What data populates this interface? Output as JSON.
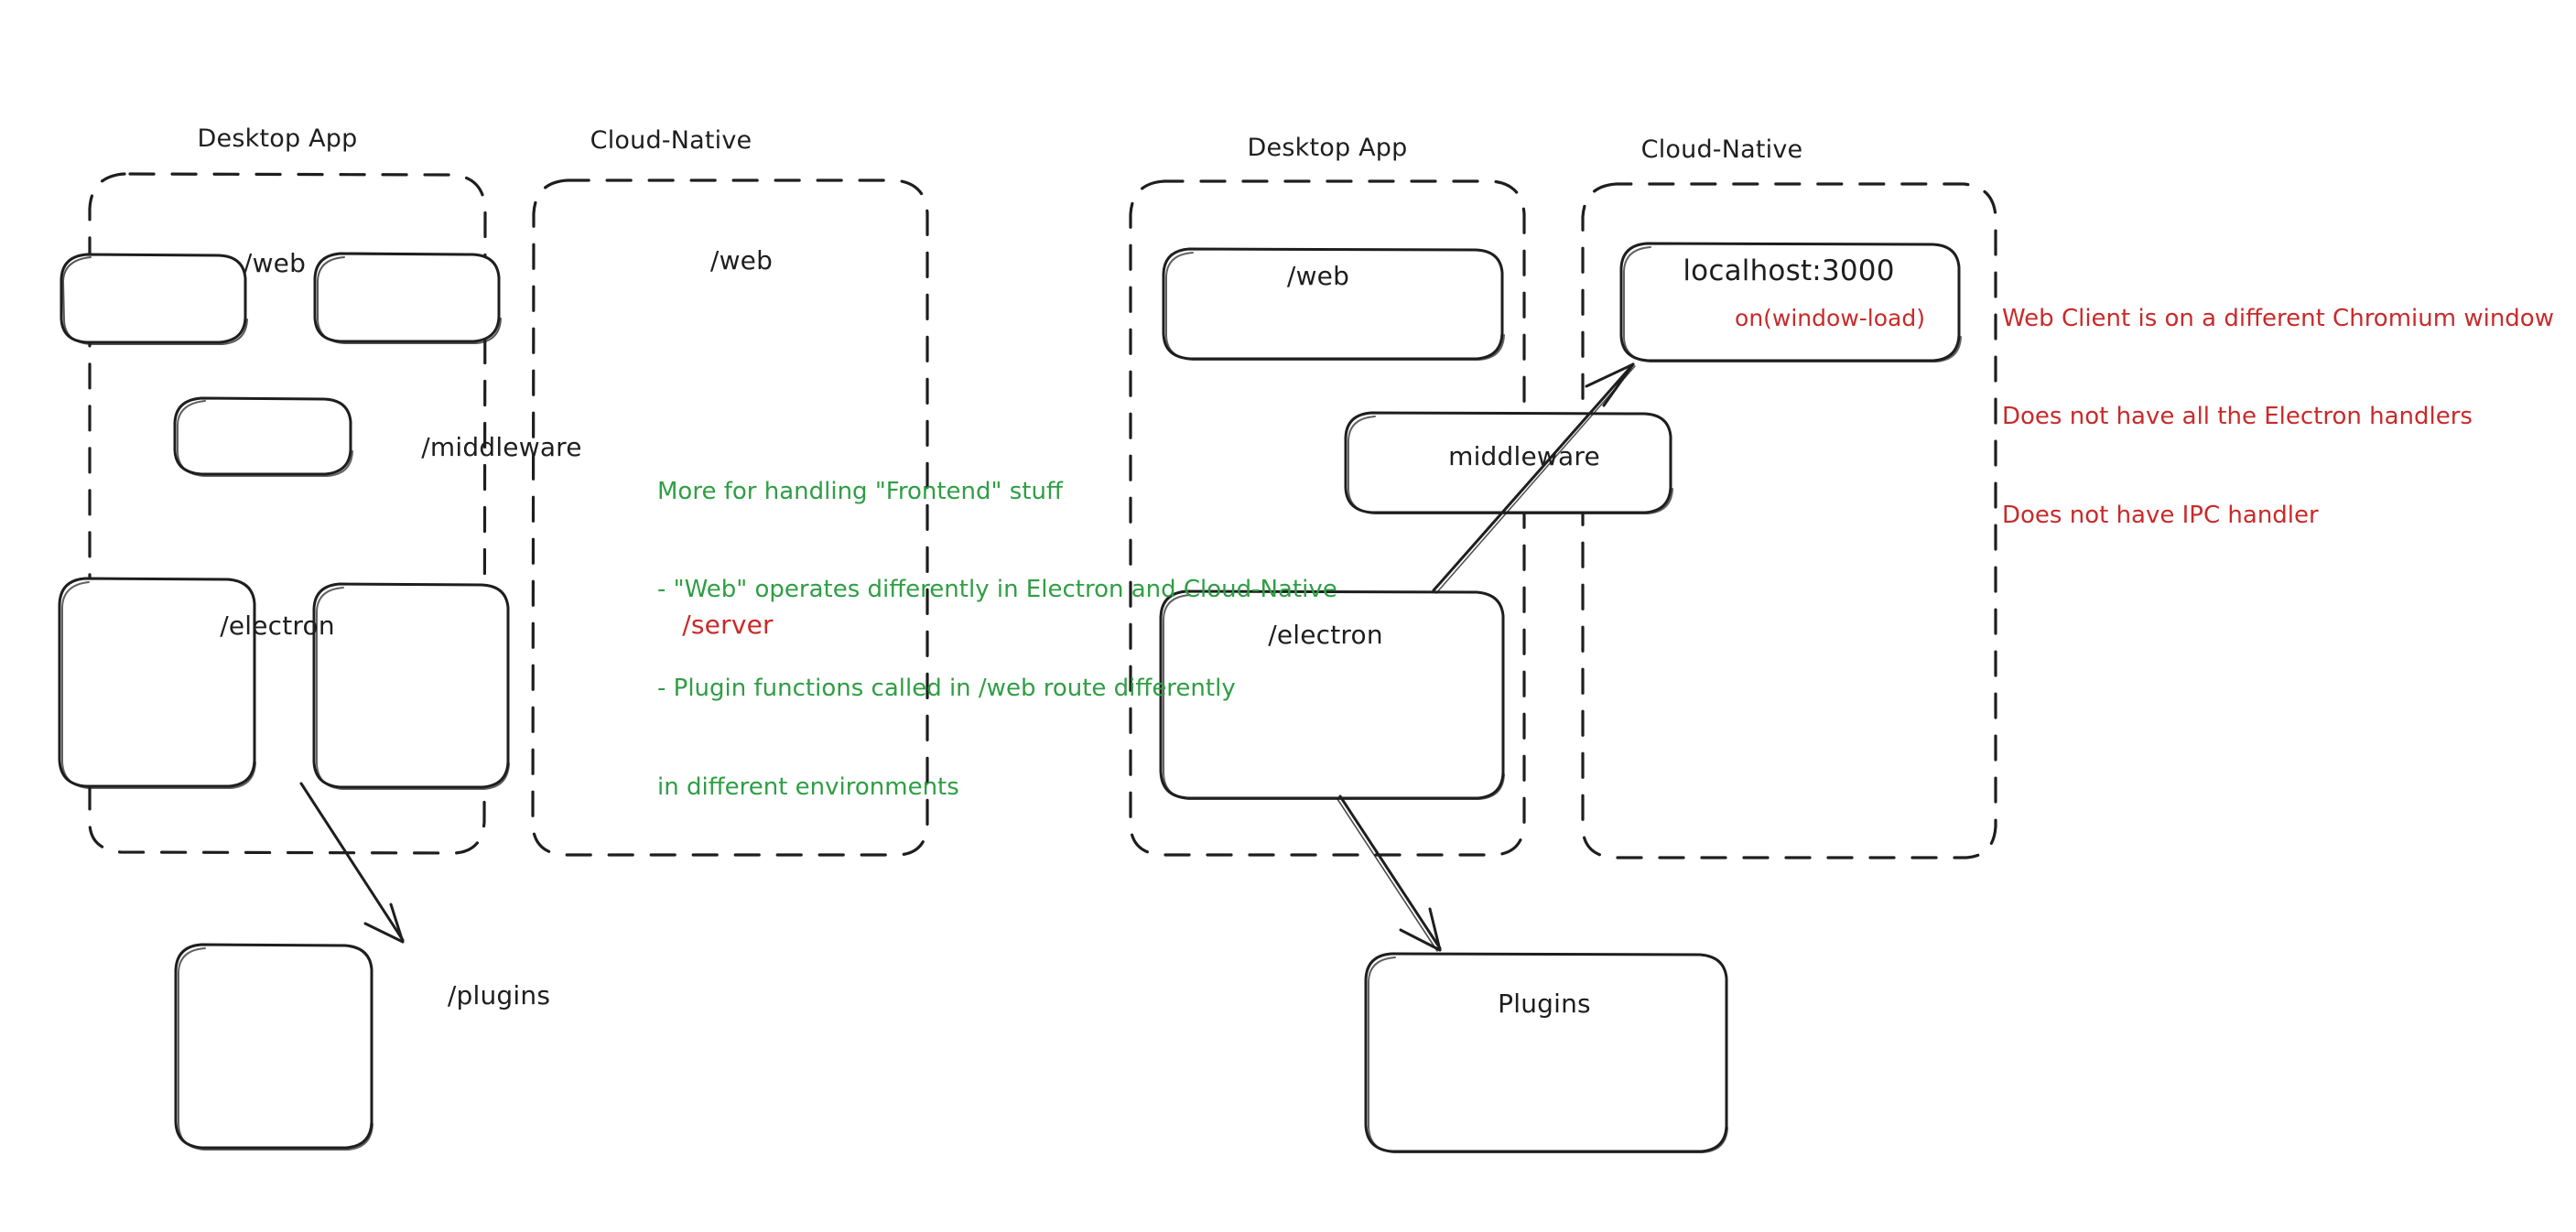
{
  "diagram": {
    "title": "Desktop App vs Cloud-Native architecture comparison",
    "colors": {
      "stroke": "#1e1e1e",
      "green": "#2f9e44",
      "red": "#c92a2a",
      "background": "#ffffff"
    },
    "left_panel": {
      "groups": [
        {
          "id": "left-desktop-app",
          "title": "Desktop App"
        },
        {
          "id": "left-cloud-native",
          "title": "Cloud-Native"
        }
      ],
      "boxes": [
        {
          "id": "left-desktop-web",
          "label": "/web",
          "color": "#1e1e1e"
        },
        {
          "id": "left-cloud-web",
          "label": "/web",
          "color": "#1e1e1e"
        },
        {
          "id": "left-middleware",
          "label": "/middleware",
          "color": "#1e1e1e"
        },
        {
          "id": "left-electron",
          "label": "/electron",
          "color": "#1e1e1e"
        },
        {
          "id": "left-server",
          "label": "/server",
          "color": "#c92a2a"
        },
        {
          "id": "left-plugins",
          "label": "/plugins",
          "color": "#1e1e1e"
        }
      ],
      "annotation": {
        "color": "#2f9e44",
        "lines": [
          "More for handling \"Frontend\" stuff",
          "- \"Web\" operates differently in Electron and Cloud-Native",
          "- Plugin functions called in /web route differently",
          "in different environments"
        ]
      },
      "arrows": [
        {
          "id": "left-electron-to-plugins",
          "from": "left-electron",
          "to": "left-plugins"
        }
      ]
    },
    "right_panel": {
      "groups": [
        {
          "id": "right-desktop-app",
          "title": "Desktop App"
        },
        {
          "id": "right-cloud-native",
          "title": "Cloud-Native"
        }
      ],
      "boxes": [
        {
          "id": "right-desktop-web",
          "label": "/web",
          "color": "#1e1e1e"
        },
        {
          "id": "right-localhost",
          "label": "localhost:3000",
          "color": "#1e1e1e",
          "sub_label": "on(window-load)",
          "sub_color": "#c92a2a"
        },
        {
          "id": "right-middleware",
          "label": "middleware",
          "color": "#1e1e1e"
        },
        {
          "id": "right-electron",
          "label": "/electron",
          "color": "#1e1e1e"
        },
        {
          "id": "right-plugins",
          "label": "Plugins",
          "color": "#1e1e1e"
        }
      ],
      "annotation": {
        "color": "#c92a2a",
        "lines": [
          "Web Client is on a different Chromium window",
          "Does not have all the Electron handlers",
          "Does not have IPC handler"
        ]
      },
      "arrows": [
        {
          "id": "right-electron-to-localhost",
          "from": "right-electron",
          "to": "right-localhost"
        },
        {
          "id": "right-electron-to-plugins",
          "from": "right-electron",
          "to": "right-plugins"
        }
      ]
    }
  }
}
